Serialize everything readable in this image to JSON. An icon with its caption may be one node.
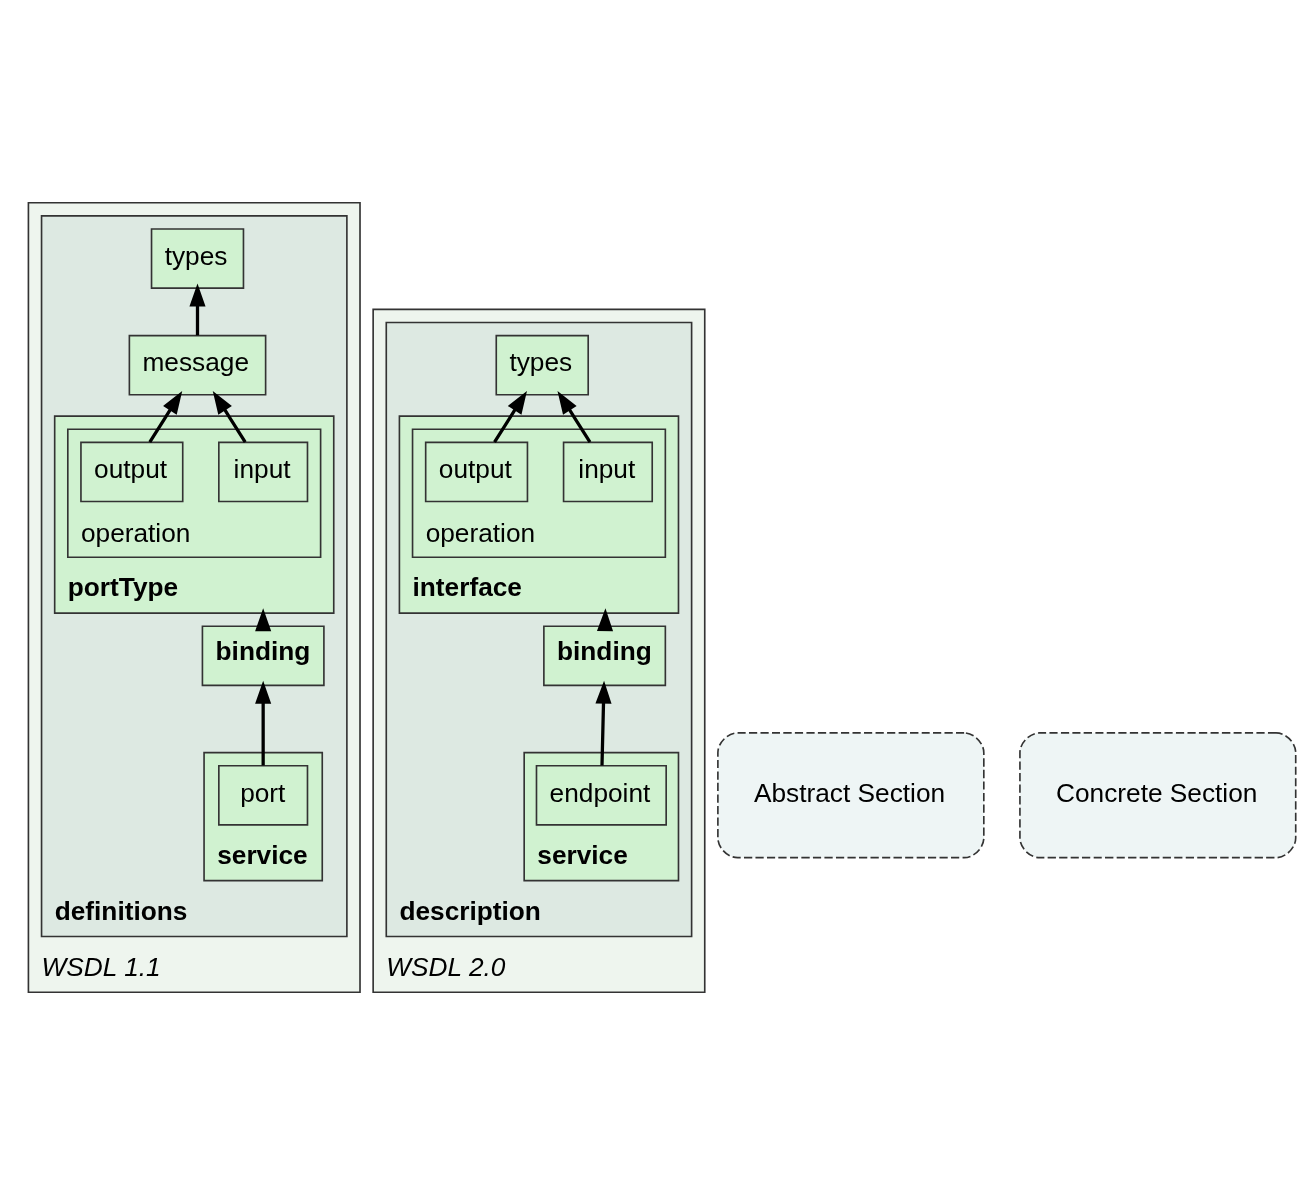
{
  "diagram": {
    "nodes": [
      {
        "text": [
          "WSDL 1.1"
        ]
      },
      {
        "text": [
          "definitions"
        ],
        "in": 0
      },
      {
        "text": [
          "types"
        ],
        "in": 1
      },
      {
        "text": [
          "message"
        ],
        "in": 1
      },
      {
        "text": [
          "portType"
        ],
        "in": 1
      },
      {
        "text": [
          "operation"
        ],
        "in": 4
      },
      {
        "text": [
          "input"
        ],
        "in": 5
      },
      {
        "text": [
          "output"
        ],
        "in": 5
      },
      {
        "text": [
          "binding"
        ],
        "in": 1
      },
      {
        "text": [
          "service"
        ],
        "in": 1
      },
      {
        "text": [
          "port"
        ],
        "in": 9
      },
      {
        "text": [
          "WSDL 2.0"
        ]
      },
      {
        "text": [
          "description"
        ],
        "in": 11
      },
      {
        "text": [
          "types"
        ],
        "in": 12
      },
      {
        "text": [
          "interface"
        ],
        "in": 12
      },
      {
        "text": [
          "operation"
        ],
        "in": 14
      },
      {
        "text": [
          "input"
        ],
        "in": 15
      },
      {
        "text": [
          "output"
        ],
        "in": 15
      },
      {
        "text": [
          "binding"
        ],
        "in": 12
      },
      {
        "text": [
          "service"
        ],
        "in": 12
      },
      {
        "text": [
          "endpoint"
        ],
        "in": 19
      },
      {
        "text": [
          "Abstract Section"
        ]
      },
      {
        "text": [
          "Concrete Section"
        ]
      }
    ],
    "edges": [
      {
        "from": 3,
        "to": 2,
        "arrow": "to"
      },
      {
        "from": 6,
        "to": 3,
        "arrow": "to"
      },
      {
        "from": 7,
        "to": 3,
        "arrow": "to"
      },
      {
        "from": 8,
        "to": 4,
        "arrow": "to"
      },
      {
        "from": 10,
        "to": 8,
        "arrow": "to"
      },
      {
        "from": 16,
        "to": 13,
        "arrow": "to"
      },
      {
        "from": 17,
        "to": 13,
        "arrow": "to"
      },
      {
        "from": 18,
        "to": 14,
        "arrow": "to"
      },
      {
        "from": 20,
        "to": 18,
        "arrow": "to"
      }
    ]
  }
}
